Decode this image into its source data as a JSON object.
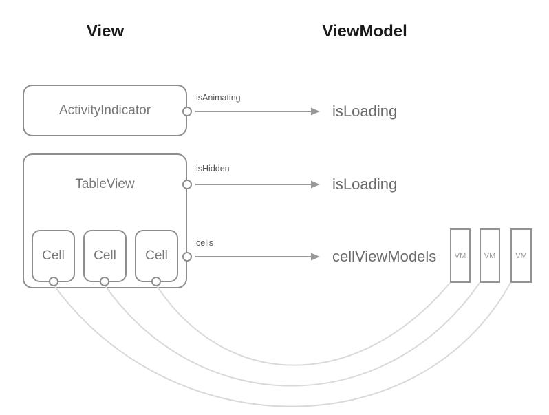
{
  "diagram": {
    "headers": {
      "view": "View",
      "viewmodel": "ViewModel"
    },
    "view_column": {
      "activity_indicator_label": "ActivityIndicator",
      "table_view_label": "TableView",
      "cells": [
        "Cell",
        "Cell",
        "Cell"
      ]
    },
    "bindings": [
      {
        "property": "isAnimating",
        "target": "isLoading"
      },
      {
        "property": "isHidden",
        "target": "isLoading"
      },
      {
        "property": "cells",
        "target": "cellViewModels"
      }
    ],
    "viewmodel_column": {
      "vm_boxes": [
        "VM",
        "VM",
        "VM"
      ]
    },
    "colors": {
      "header_text": "#1a1a1a",
      "node_border": "#8e8e8e",
      "node_text": "#777777",
      "arrow": "#999999",
      "small_label": "#555555",
      "property_text": "#6b6b6b",
      "curve": "#d9d9d9"
    }
  }
}
